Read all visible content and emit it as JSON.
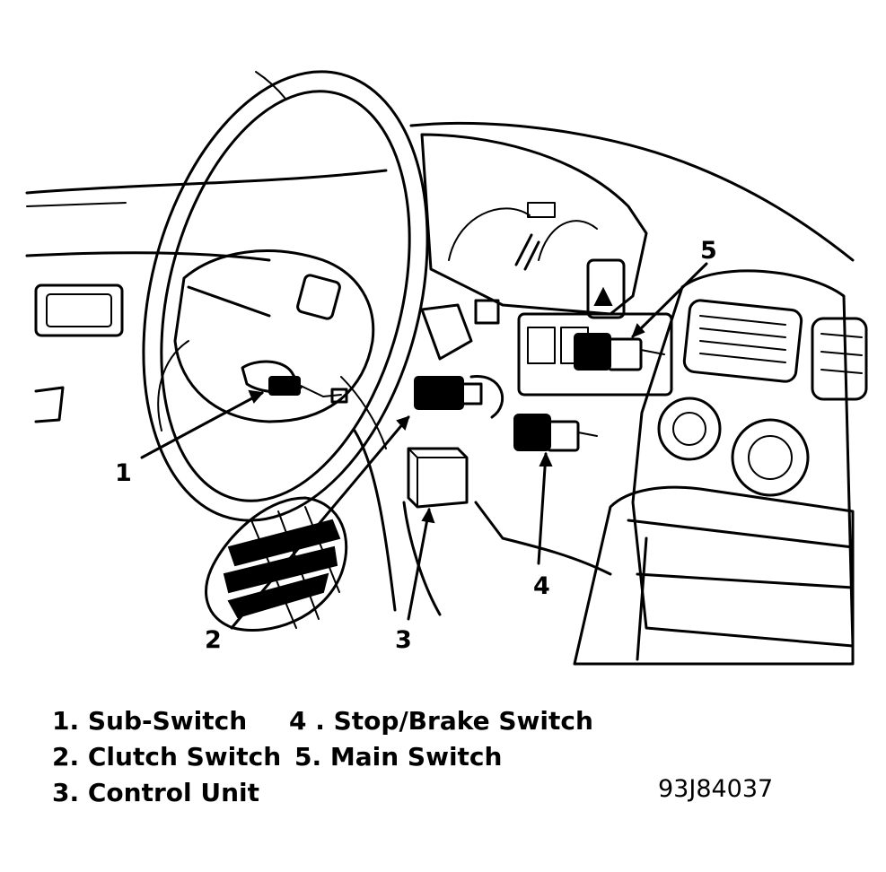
{
  "callouts": [
    "1",
    "2",
    "3",
    "4",
    "5"
  ],
  "legend": [
    {
      "num": "1.",
      "label": "Sub-Switch"
    },
    {
      "num": "2.",
      "label": "Clutch Switch"
    },
    {
      "num": "3.",
      "label": "Control Unit"
    },
    {
      "num": "4 .",
      "label": "Stop/Brake Switch"
    },
    {
      "num": "5.",
      "label": "Main Switch"
    }
  ],
  "figure_code": "93J84037"
}
